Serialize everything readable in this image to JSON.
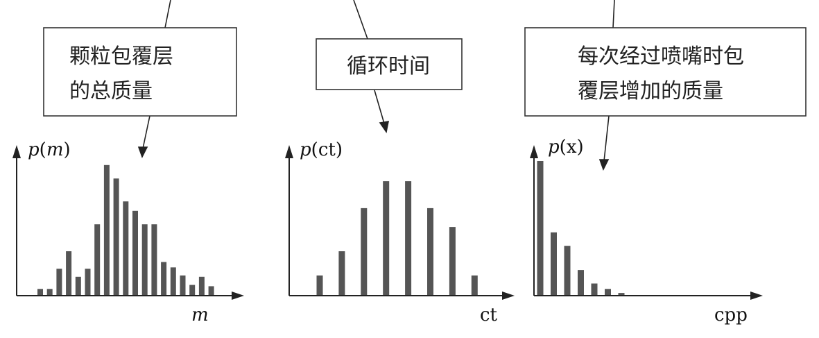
{
  "colors": {
    "bar": "#555555",
    "axis": "#222222",
    "box_stroke": "#333333"
  },
  "callouts": [
    {
      "lines": [
        "颗粒包覆层",
        "的总质量"
      ]
    },
    {
      "lines": [
        "循环时间"
      ]
    },
    {
      "lines": [
        "每次经过喷嘴时包",
        "覆层增加的质量"
      ]
    }
  ],
  "chart_data": [
    {
      "type": "bar",
      "ylabel": {
        "func": "p",
        "arg": "m",
        "arg_italic": true
      },
      "xlabel": "m",
      "values": [
        0.05,
        0.05,
        0.2,
        0.33,
        0.14,
        0.2,
        0.53,
        0.97,
        0.87,
        0.7,
        0.63,
        0.53,
        0.53,
        0.25,
        0.21,
        0.15,
        0.08,
        0.14,
        0.07
      ],
      "ylim": [
        0,
        1
      ]
    },
    {
      "type": "bar",
      "ylabel": {
        "func": "p",
        "arg": "ct",
        "arg_italic": false
      },
      "xlabel": "ct",
      "values": [
        0.15,
        0.33,
        0.65,
        0.85,
        0.85,
        0.65,
        0.51,
        0.15
      ],
      "ylim": [
        0,
        1
      ]
    },
    {
      "type": "bar",
      "ylabel": {
        "func": "p",
        "arg": "x",
        "arg_italic": false
      },
      "xlabel": "cpp",
      "values": [
        1.0,
        0.47,
        0.37,
        0.19,
        0.09,
        0.05,
        0.02
      ],
      "ylim": [
        0,
        1
      ]
    }
  ]
}
